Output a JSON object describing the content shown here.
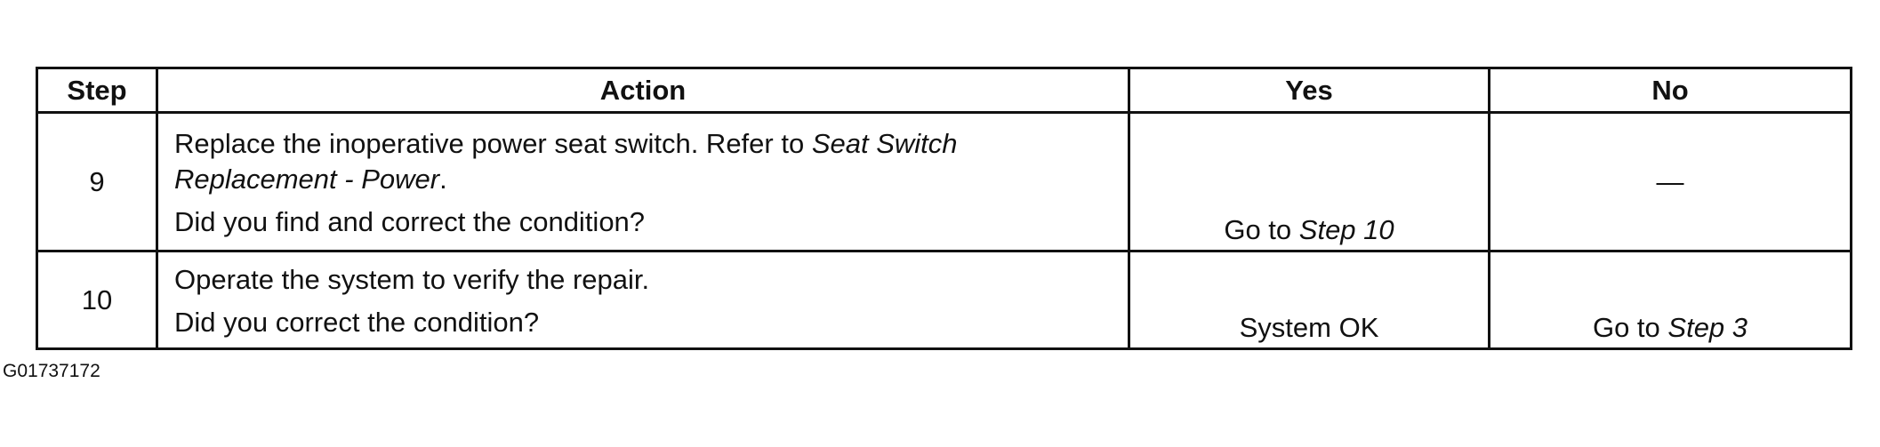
{
  "table": {
    "headers": {
      "step": "Step",
      "action": "Action",
      "yes": "Yes",
      "no": "No"
    },
    "rows": [
      {
        "step": "9",
        "action_text_plain": "Replace the inoperative power seat switch. Refer to ",
        "action_text_italic": "Seat Switch Replacement - Power",
        "action_text_end": ".",
        "question": "Did you find and correct the condition?",
        "yes_prefix": "Go to ",
        "yes_italic": "Step 10",
        "no": "—"
      },
      {
        "step": "10",
        "action_text": "Operate the system to verify the repair.",
        "question": "Did you correct the condition?",
        "yes": "System OK",
        "no_prefix": "Go to ",
        "no_italic": "Step 3"
      }
    ]
  },
  "figure_id": "G01737172"
}
